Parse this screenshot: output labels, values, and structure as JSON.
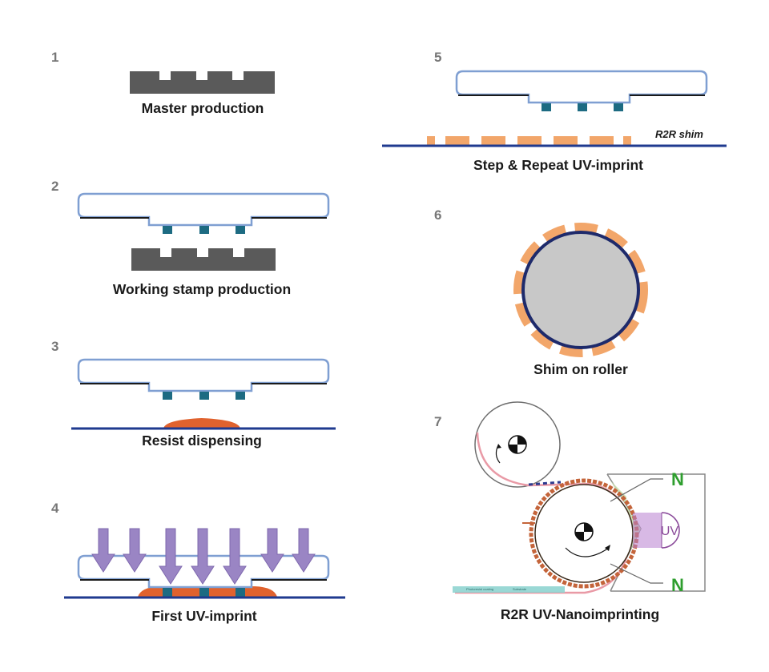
{
  "steps": [
    {
      "number": "1",
      "caption": "Master production"
    },
    {
      "number": "2",
      "caption": "Working  stamp production"
    },
    {
      "number": "3",
      "caption": "Resist dispensing"
    },
    {
      "number": "4",
      "caption": "First UV-imprint"
    },
    {
      "number": "5",
      "caption": "Step & Repeat UV-imprint",
      "label": "R2R shim"
    },
    {
      "number": "6",
      "caption": "Shim on roller"
    },
    {
      "number": "7",
      "caption": "R2R UV-Nanoimprinting",
      "n_top": "N",
      "n_bottom": "N",
      "uv": "UV",
      "film_label_1": "Photoresist coating",
      "film_label_2": "Substrate"
    }
  ],
  "colors": {
    "master": "#5a5a5a",
    "stamp_outline": "#7f9fd2",
    "feature": "#1d6b82",
    "substrate": "#1f3a8f",
    "resist": "#e0622e",
    "shim": "#f2a66a",
    "roller": "#c8c8c8",
    "uv_arrow": "#9a85c4",
    "nitrogen": "#2e9e2e"
  },
  "icons": [
    "down-arrow",
    "rotation-arrow",
    "roller-center-mark"
  ]
}
